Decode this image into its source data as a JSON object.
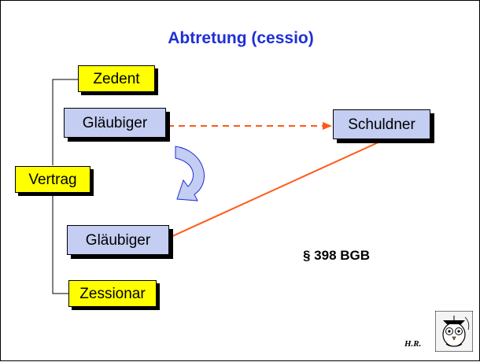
{
  "title": "Abtretung (cessio)",
  "boxes": {
    "zedent": "Zedent",
    "glaeubiger_top": "Gläubiger",
    "vertrag": "Vertrag",
    "glaeubiger_bottom": "Gläubiger",
    "zessionar": "Zessionar",
    "schuldner": "Schuldner"
  },
  "paragraph": "§ 398 BGB",
  "initials": "H.R.",
  "colors": {
    "title": "#1f2fd6",
    "yellow_box": "#ffff00",
    "blue_box": "#c4cdf2",
    "connector": "#ff5a1a",
    "curved_arrow": "#c4cdf2"
  }
}
